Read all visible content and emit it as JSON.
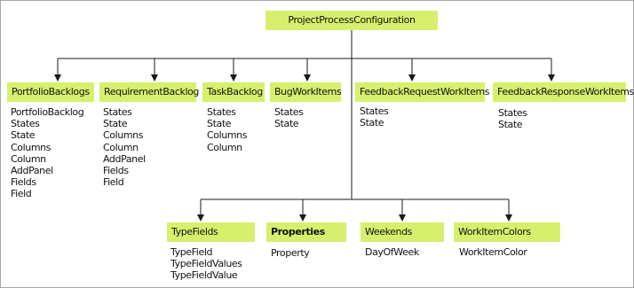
{
  "root": "ProjectProcessConfiguration",
  "colors": {
    "node_fill": "#d6f06e",
    "line": "#1a1a1a",
    "border": "#a8a8a8"
  },
  "top_nodes": [
    {
      "label": "PortfolioBacklogs",
      "items": [
        "PortfolioBacklog",
        "States",
        "State",
        "Columns",
        "Column",
        "AddPanel",
        "Fields",
        "Field"
      ]
    },
    {
      "label": "RequirementBacklog",
      "items": [
        "States",
        "State",
        "Columns",
        "Column",
        "AddPanel",
        "Fields",
        "Field"
      ]
    },
    {
      "label": "TaskBacklog",
      "items": [
        "States",
        "State",
        "Columns",
        "Column"
      ]
    },
    {
      "label": "BugWorkItems",
      "items": [
        "States",
        "State"
      ]
    },
    {
      "label": "FeedbackRequestWorkItems",
      "items": [
        "States",
        "State"
      ]
    },
    {
      "label": "FeedbackResponseWorkItems",
      "items": [
        "States",
        "State"
      ]
    }
  ],
  "bottom_nodes": [
    {
      "label": "TypeFields",
      "items": [
        "TypeField",
        "TypeFieldValues",
        "TypeFieldValue"
      ]
    },
    {
      "label": "Properties",
      "items": [
        "Property"
      ]
    },
    {
      "label": "Weekends",
      "items": [
        "DayOfWeek"
      ]
    },
    {
      "label": "WorkItemColors",
      "items": [
        "WorkItemColor"
      ]
    }
  ]
}
